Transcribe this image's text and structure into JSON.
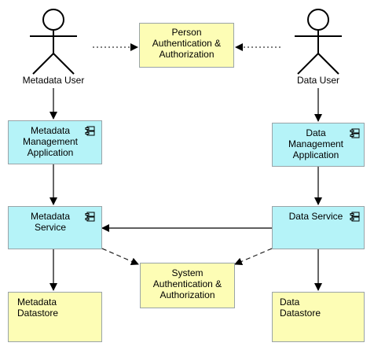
{
  "actors": {
    "metadata_user": "Metadata User",
    "data_user": "Data User"
  },
  "nodes": {
    "person_auth": "Person\nAuthentication &\nAuthorization",
    "metadata_mgmt_app": "Metadata\nManagement\nApplication",
    "data_mgmt_app": "Data\nManagement\nApplication",
    "metadata_service": "Metadata\nService",
    "data_service": "Data Service",
    "system_auth": "System\nAuthentication &\nAuthorization",
    "metadata_datastore": "Metadata\nDatastore",
    "data_datastore": "Data\nDatastore"
  },
  "colors": {
    "application": "#b5f3f8",
    "storage": "#fdfdb5",
    "border": "#9aa4a8",
    "line": "#000000"
  }
}
